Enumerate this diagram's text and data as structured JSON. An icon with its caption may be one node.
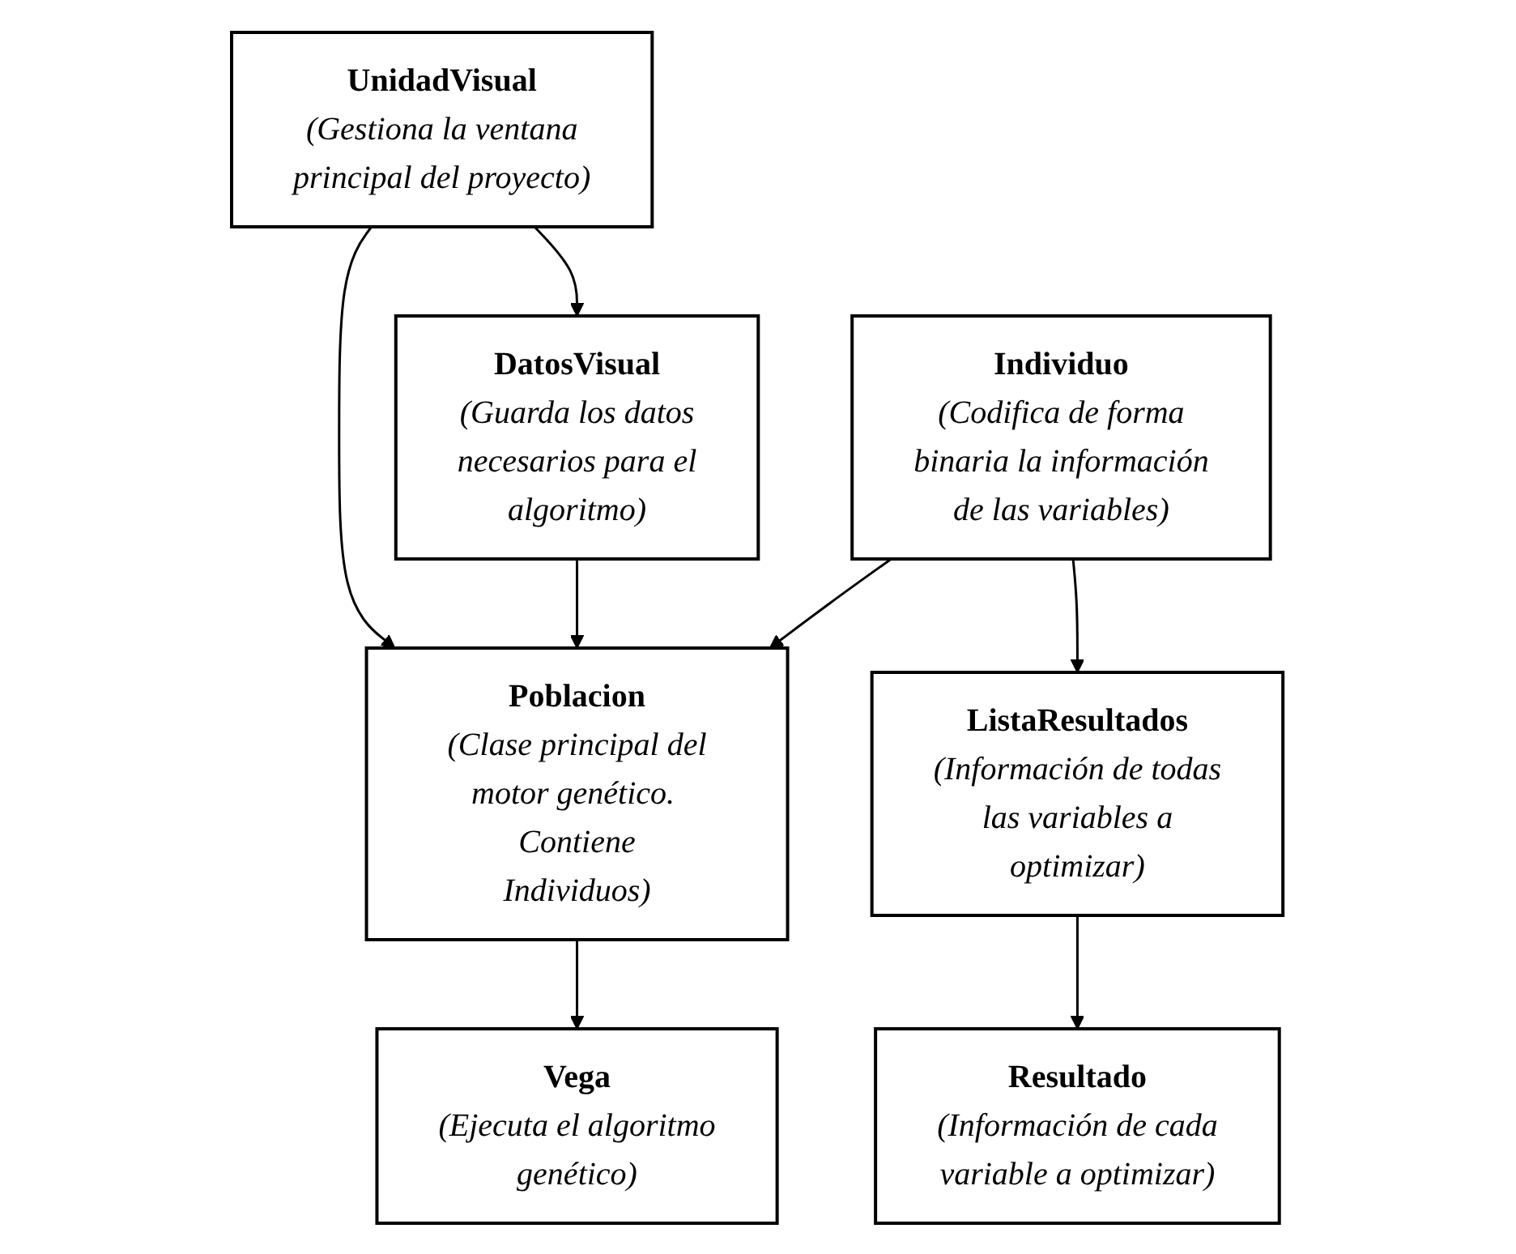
{
  "diagram": {
    "nodes": [
      {
        "text": [
          "UnidadVisual",
          "(Gestiona la ventana principal del proyecto)"
        ]
      },
      {
        "text": [
          "DatosVisual",
          "(Guarda los datos necesarios para el algoritmo)"
        ]
      },
      {
        "text": [
          "Individuo",
          "(Codifica de forma binaria la información de las variables)"
        ]
      },
      {
        "text": [
          "Poblacion",
          "(Clase principal del motor genético. Contiene Individuos)"
        ]
      },
      {
        "text": [
          "ListaResultados",
          "(Información de todas las variables a optimizar)"
        ]
      },
      {
        "text": [
          "Vega",
          "(Ejecuta el algoritmo genético)"
        ]
      },
      {
        "text": [
          "Resultado",
          "(Información de cada variable a optimizar)"
        ]
      }
    ],
    "edges": [
      {
        "from": 0,
        "to": 1,
        "arrow": "to"
      },
      {
        "from": 0,
        "to": 3,
        "arrow": "to"
      },
      {
        "from": 1,
        "to": 3,
        "arrow": "to"
      },
      {
        "from": 2,
        "to": 3,
        "arrow": "to"
      },
      {
        "from": 2,
        "to": 4,
        "arrow": "to"
      },
      {
        "from": 3,
        "to": 5,
        "arrow": "to"
      },
      {
        "from": 4,
        "to": 6,
        "arrow": "to"
      }
    ]
  }
}
